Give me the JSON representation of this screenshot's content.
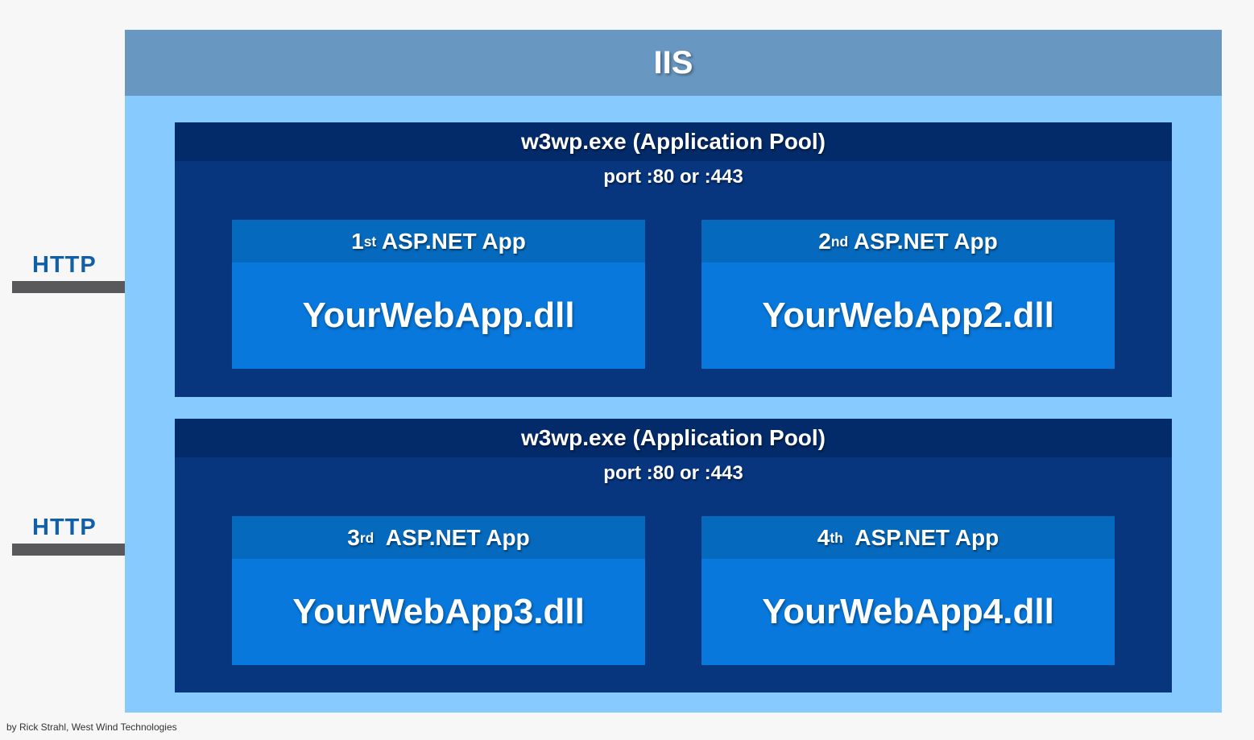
{
  "header": {
    "title": "IIS"
  },
  "http": {
    "label_top": "HTTP",
    "label_bottom": "HTTP"
  },
  "pools": [
    {
      "title": "w3wp.exe (Application Pool)",
      "port": "port :80 or :443",
      "apps": [
        {
          "ordinal": "1",
          "ordinal_suffix": "st",
          "title_rest": " ASP.NET App",
          "dll": "YourWebApp.dll"
        },
        {
          "ordinal": "2",
          "ordinal_suffix": "nd",
          "title_rest": " ASP.NET App",
          "dll": "YourWebApp2.dll"
        }
      ]
    },
    {
      "title": "w3wp.exe (Application Pool)",
      "port": "port :80 or :443",
      "apps": [
        {
          "ordinal": "3",
          "ordinal_suffix": "rd",
          "title_rest": "  ASP.NET App",
          "dll": "YourWebApp3.dll"
        },
        {
          "ordinal": "4",
          "ordinal_suffix": "th",
          "title_rest": "  ASP.NET App",
          "dll": "YourWebApp4.dll"
        }
      ]
    }
  ],
  "footer": {
    "credit": "by Rick Strahl, West Wind Technologies"
  },
  "colors": {
    "page_bg": "#f7f7f8",
    "iis_band": "#6897c1",
    "container_bg": "#87cafe",
    "pool_header": "#032a69",
    "pool_body": "#07357e",
    "app_header": "#0569bd",
    "app_body": "#0878dc",
    "http_label": "#1160a7",
    "arrow": "#59595b"
  }
}
